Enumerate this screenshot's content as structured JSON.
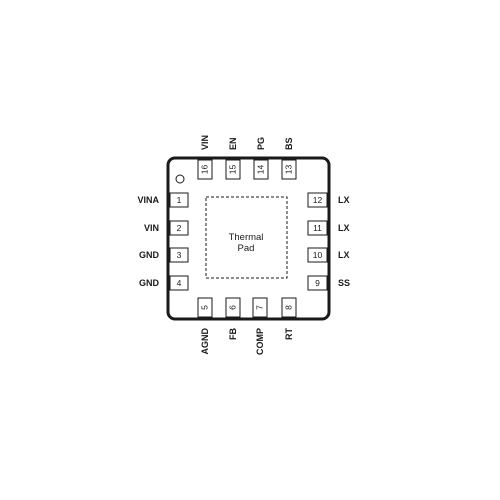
{
  "thermal_pad": {
    "line1": "Thermal",
    "line2": "Pad"
  },
  "pins": {
    "left": [
      {
        "num": "1",
        "name": "VINA"
      },
      {
        "num": "2",
        "name": "VIN"
      },
      {
        "num": "3",
        "name": "GND"
      },
      {
        "num": "4",
        "name": "GND"
      }
    ],
    "bottom": [
      {
        "num": "5",
        "name": "AGND"
      },
      {
        "num": "6",
        "name": "FB"
      },
      {
        "num": "7",
        "name": "COMP"
      },
      {
        "num": "8",
        "name": "RT"
      }
    ],
    "right": [
      {
        "num": "9",
        "name": "SS"
      },
      {
        "num": "10",
        "name": "LX"
      },
      {
        "num": "11",
        "name": "LX"
      },
      {
        "num": "12",
        "name": "LX"
      }
    ],
    "top": [
      {
        "num": "13",
        "name": "BS"
      },
      {
        "num": "14",
        "name": "PG"
      },
      {
        "num": "15",
        "name": "EN"
      },
      {
        "num": "16",
        "name": "VIN"
      }
    ]
  }
}
